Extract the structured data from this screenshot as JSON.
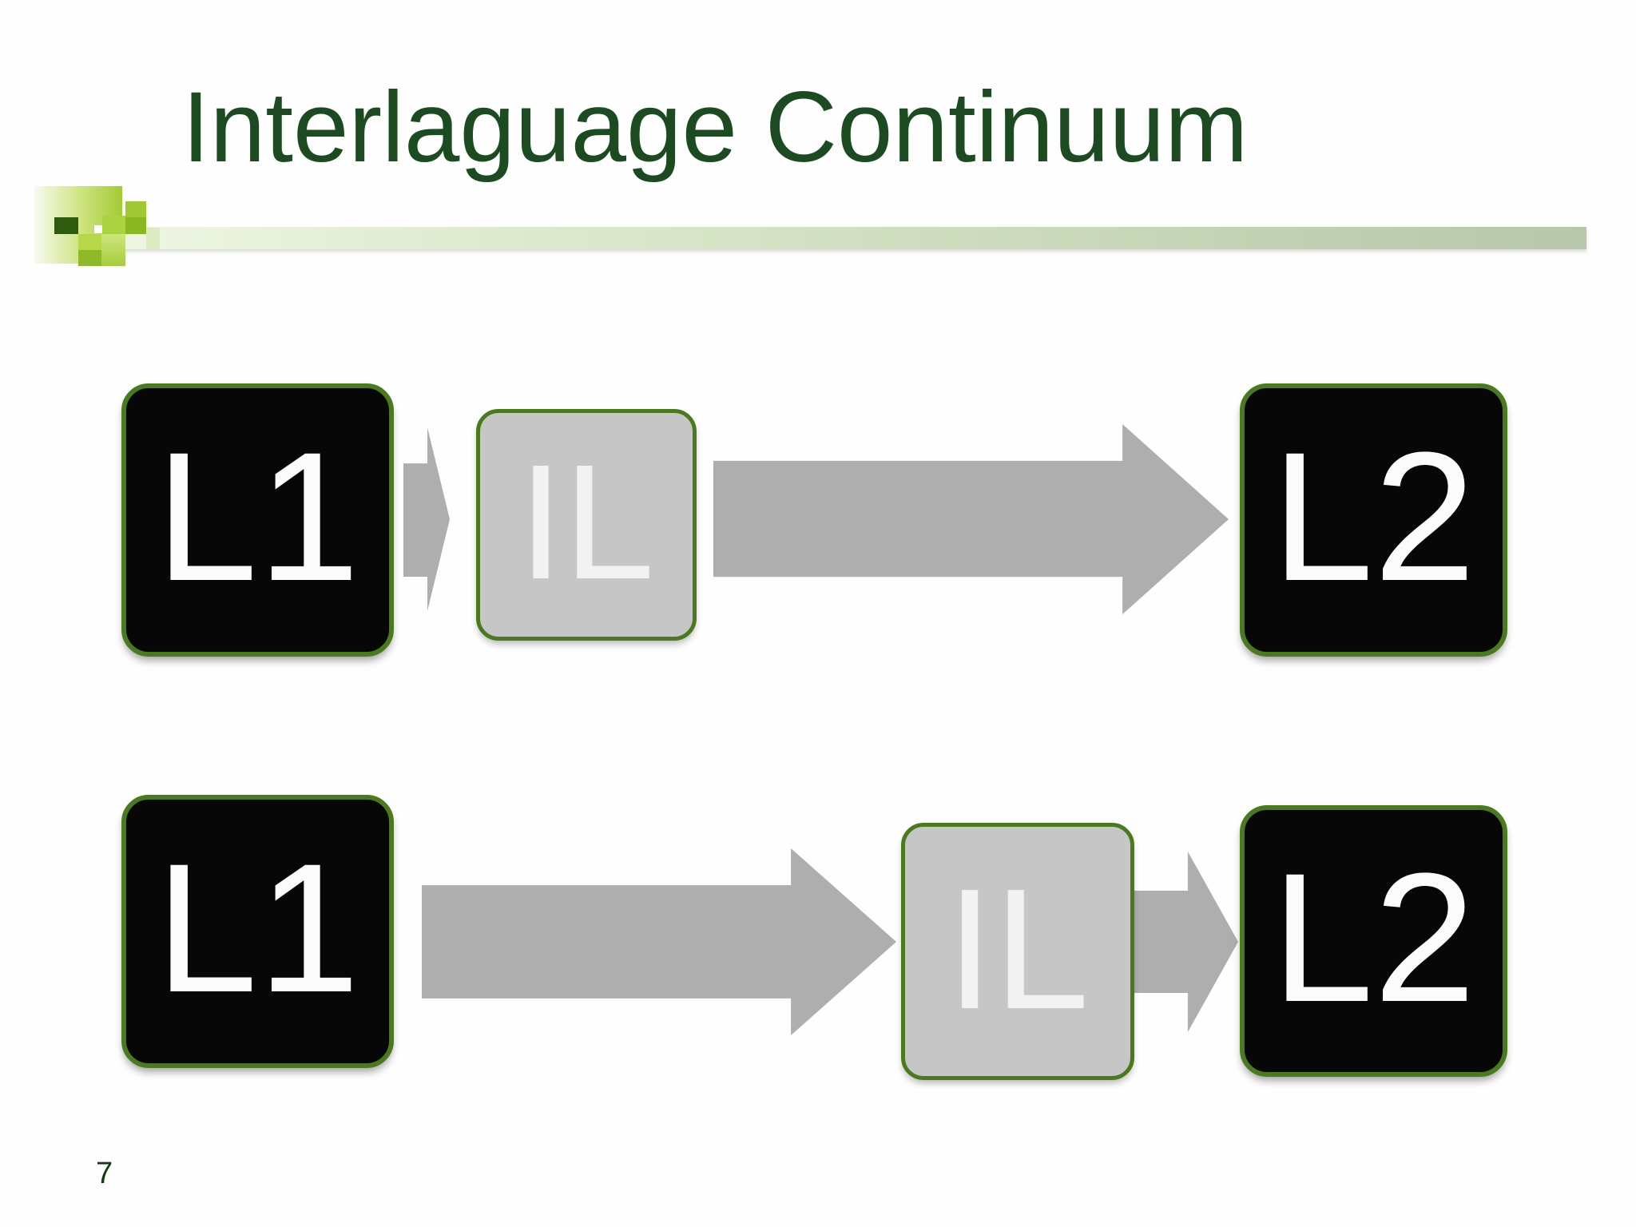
{
  "slide": {
    "title": "Interlaguage Continuum",
    "page_number": "7"
  },
  "diagram": {
    "description": "Two horizontal flows showing the interlanguage continuum between L1 and L2",
    "rows": [
      {
        "nodes": [
          {
            "id": "l1",
            "label": "L1",
            "style": "black-box"
          },
          {
            "id": "il",
            "label": "IL",
            "style": "gray-box"
          },
          {
            "id": "l2",
            "label": "L2",
            "style": "black-box"
          }
        ],
        "arrows": [
          {
            "from": "L1",
            "to": "IL",
            "size": "short"
          },
          {
            "from": "IL",
            "to": "L2",
            "size": "long"
          }
        ]
      },
      {
        "nodes": [
          {
            "id": "l1",
            "label": "L1",
            "style": "black-box"
          },
          {
            "id": "il",
            "label": "IL",
            "style": "gray-box"
          },
          {
            "id": "l2",
            "label": "L2",
            "style": "black-box"
          }
        ],
        "arrows": [
          {
            "from": "L1",
            "to": "IL",
            "size": "long"
          },
          {
            "from": "IL",
            "to": "L2",
            "size": "short"
          }
        ]
      }
    ]
  },
  "colors": {
    "title_green": "#1d4b21",
    "accent_border_green": "#4a7a1e",
    "node_black": "#070707",
    "node_gray": "#c6c6c6",
    "arrow_gray": "#aeaeae",
    "bar_gradient_start": "#eef6e3",
    "bar_gradient_end": "#b8c7a9"
  }
}
